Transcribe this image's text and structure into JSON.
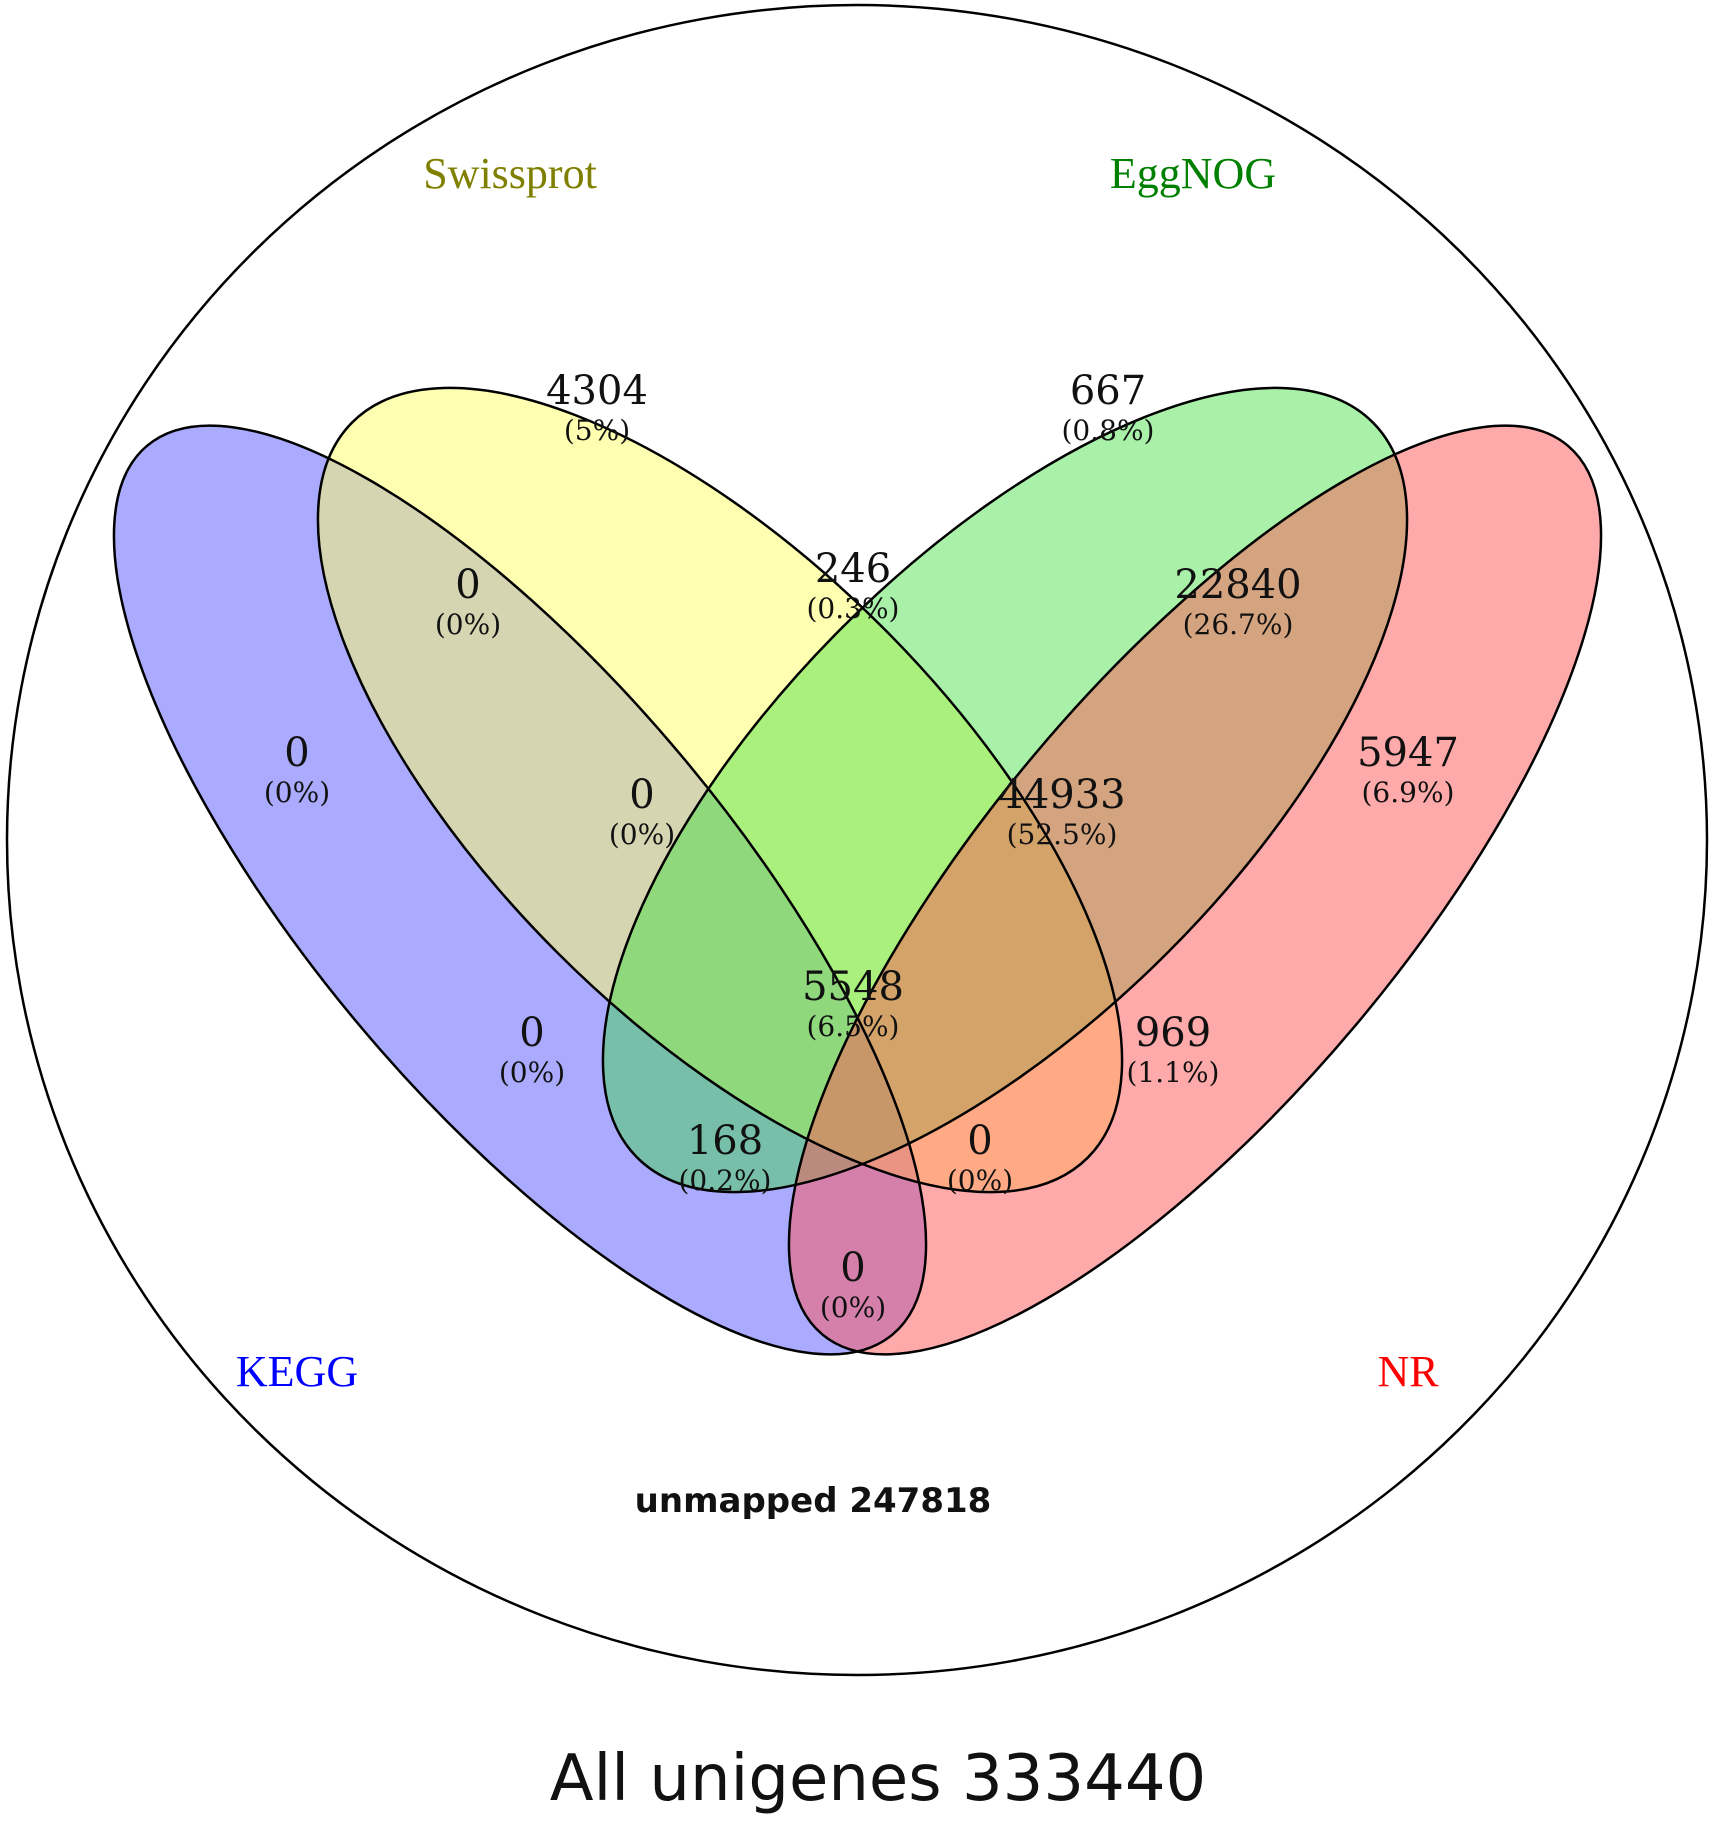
{
  "sets": [
    {
      "key": "kegg",
      "label": "KEGG",
      "color": "#0000FF",
      "fill": "#5555FF"
    },
    {
      "key": "swissprot",
      "label": "Swissprot",
      "color": "#808000",
      "fill": "#FFFF66"
    },
    {
      "key": "eggnog",
      "label": "EggNOG",
      "color": "#008000",
      "fill": "#66EE66"
    },
    {
      "key": "nr",
      "label": "NR",
      "color": "#FF0000",
      "fill": "#FF6666"
    }
  ],
  "regions": [
    {
      "id": "swissprot-only",
      "count": "4304",
      "percent": "(5%)"
    },
    {
      "id": "eggnog-only",
      "count": "667",
      "percent": "(0.8%)"
    },
    {
      "id": "kegg-swissprot",
      "count": "0",
      "percent": "(0%)"
    },
    {
      "id": "swissprot-eggnog",
      "count": "246",
      "percent": "(0.3%)"
    },
    {
      "id": "eggnog-nr",
      "count": "22840",
      "percent": "(26.7%)"
    },
    {
      "id": "kegg-only",
      "count": "0",
      "percent": "(0%)"
    },
    {
      "id": "kegg-swissprot-eggnog",
      "count": "0",
      "percent": "(0%)"
    },
    {
      "id": "swissprot-eggnog-nr",
      "count": "44933",
      "percent": "(52.5%)"
    },
    {
      "id": "nr-only",
      "count": "5947",
      "percent": "(6.9%)"
    },
    {
      "id": "all-four",
      "count": "5548",
      "percent": "(6.5%)"
    },
    {
      "id": "kegg-eggnog",
      "count": "0",
      "percent": "(0%)"
    },
    {
      "id": "swissprot-nr",
      "count": "969",
      "percent": "(1.1%)"
    },
    {
      "id": "kegg-swissprot-nr",
      "count": "168",
      "percent": "(0.2%)"
    },
    {
      "id": "kegg-eggnog-nr",
      "count": "0",
      "percent": "(0%)"
    },
    {
      "id": "kegg-nr",
      "count": "0",
      "percent": "(0%)"
    }
  ],
  "unmapped": "unmapped 247818",
  "caption": "All unigenes 333440"
}
